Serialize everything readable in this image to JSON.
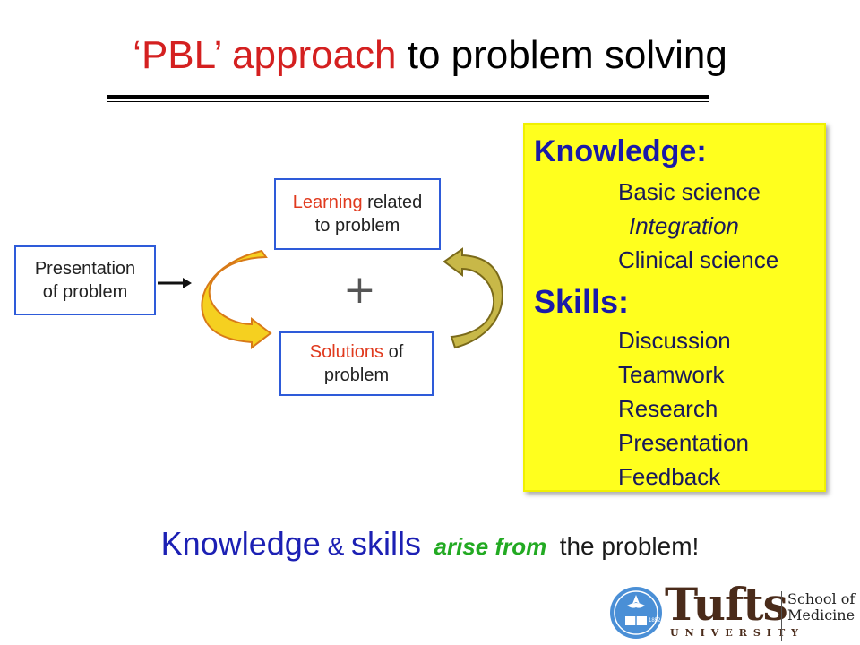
{
  "title": {
    "part1": "‘PBL’ approach",
    "part2": " to problem solving"
  },
  "diagram": {
    "presentation_box": {
      "line1": "Presentation",
      "line2": "of problem"
    },
    "learning_box": {
      "red_word": "Learning",
      "rest_line1": " related",
      "line2": "to problem"
    },
    "solutions_box": {
      "red_word": "Solutions",
      "rest_line1": " of",
      "line2": "problem"
    },
    "plus_symbol": "+"
  },
  "panel": {
    "knowledge_heading": "Knowledge:",
    "knowledge_items": [
      "Basic science",
      "Integration",
      "Clinical science"
    ],
    "skills_heading": "Skills:",
    "skills_items": [
      "Discussion",
      "Teamwork",
      "Research",
      "Presentation",
      "Feedback"
    ]
  },
  "bottom_line": {
    "part1": "Knowledge",
    "part2": " & ",
    "part3": "skills",
    "part4": "arise from",
    "part5": "the problem!"
  },
  "logo": {
    "word": "Tufts",
    "sub": "UNIVERSITY",
    "school_line1": "School of",
    "school_line2": "Medicine",
    "seal_year": "1852"
  },
  "colors": {
    "title_red": "#d42020",
    "box_border": "#2e5bd9",
    "panel_yellow": "#ffff1e",
    "panel_text_blue": "#1a1aa8",
    "bottom_blue": "#1c20b4",
    "bottom_green": "#22aa22",
    "arrow_yellow": "#f5d020",
    "arrow_olive": "#c8b848",
    "logo_brown": "#4a2b1a",
    "seal_blue": "#4a8fd6"
  }
}
